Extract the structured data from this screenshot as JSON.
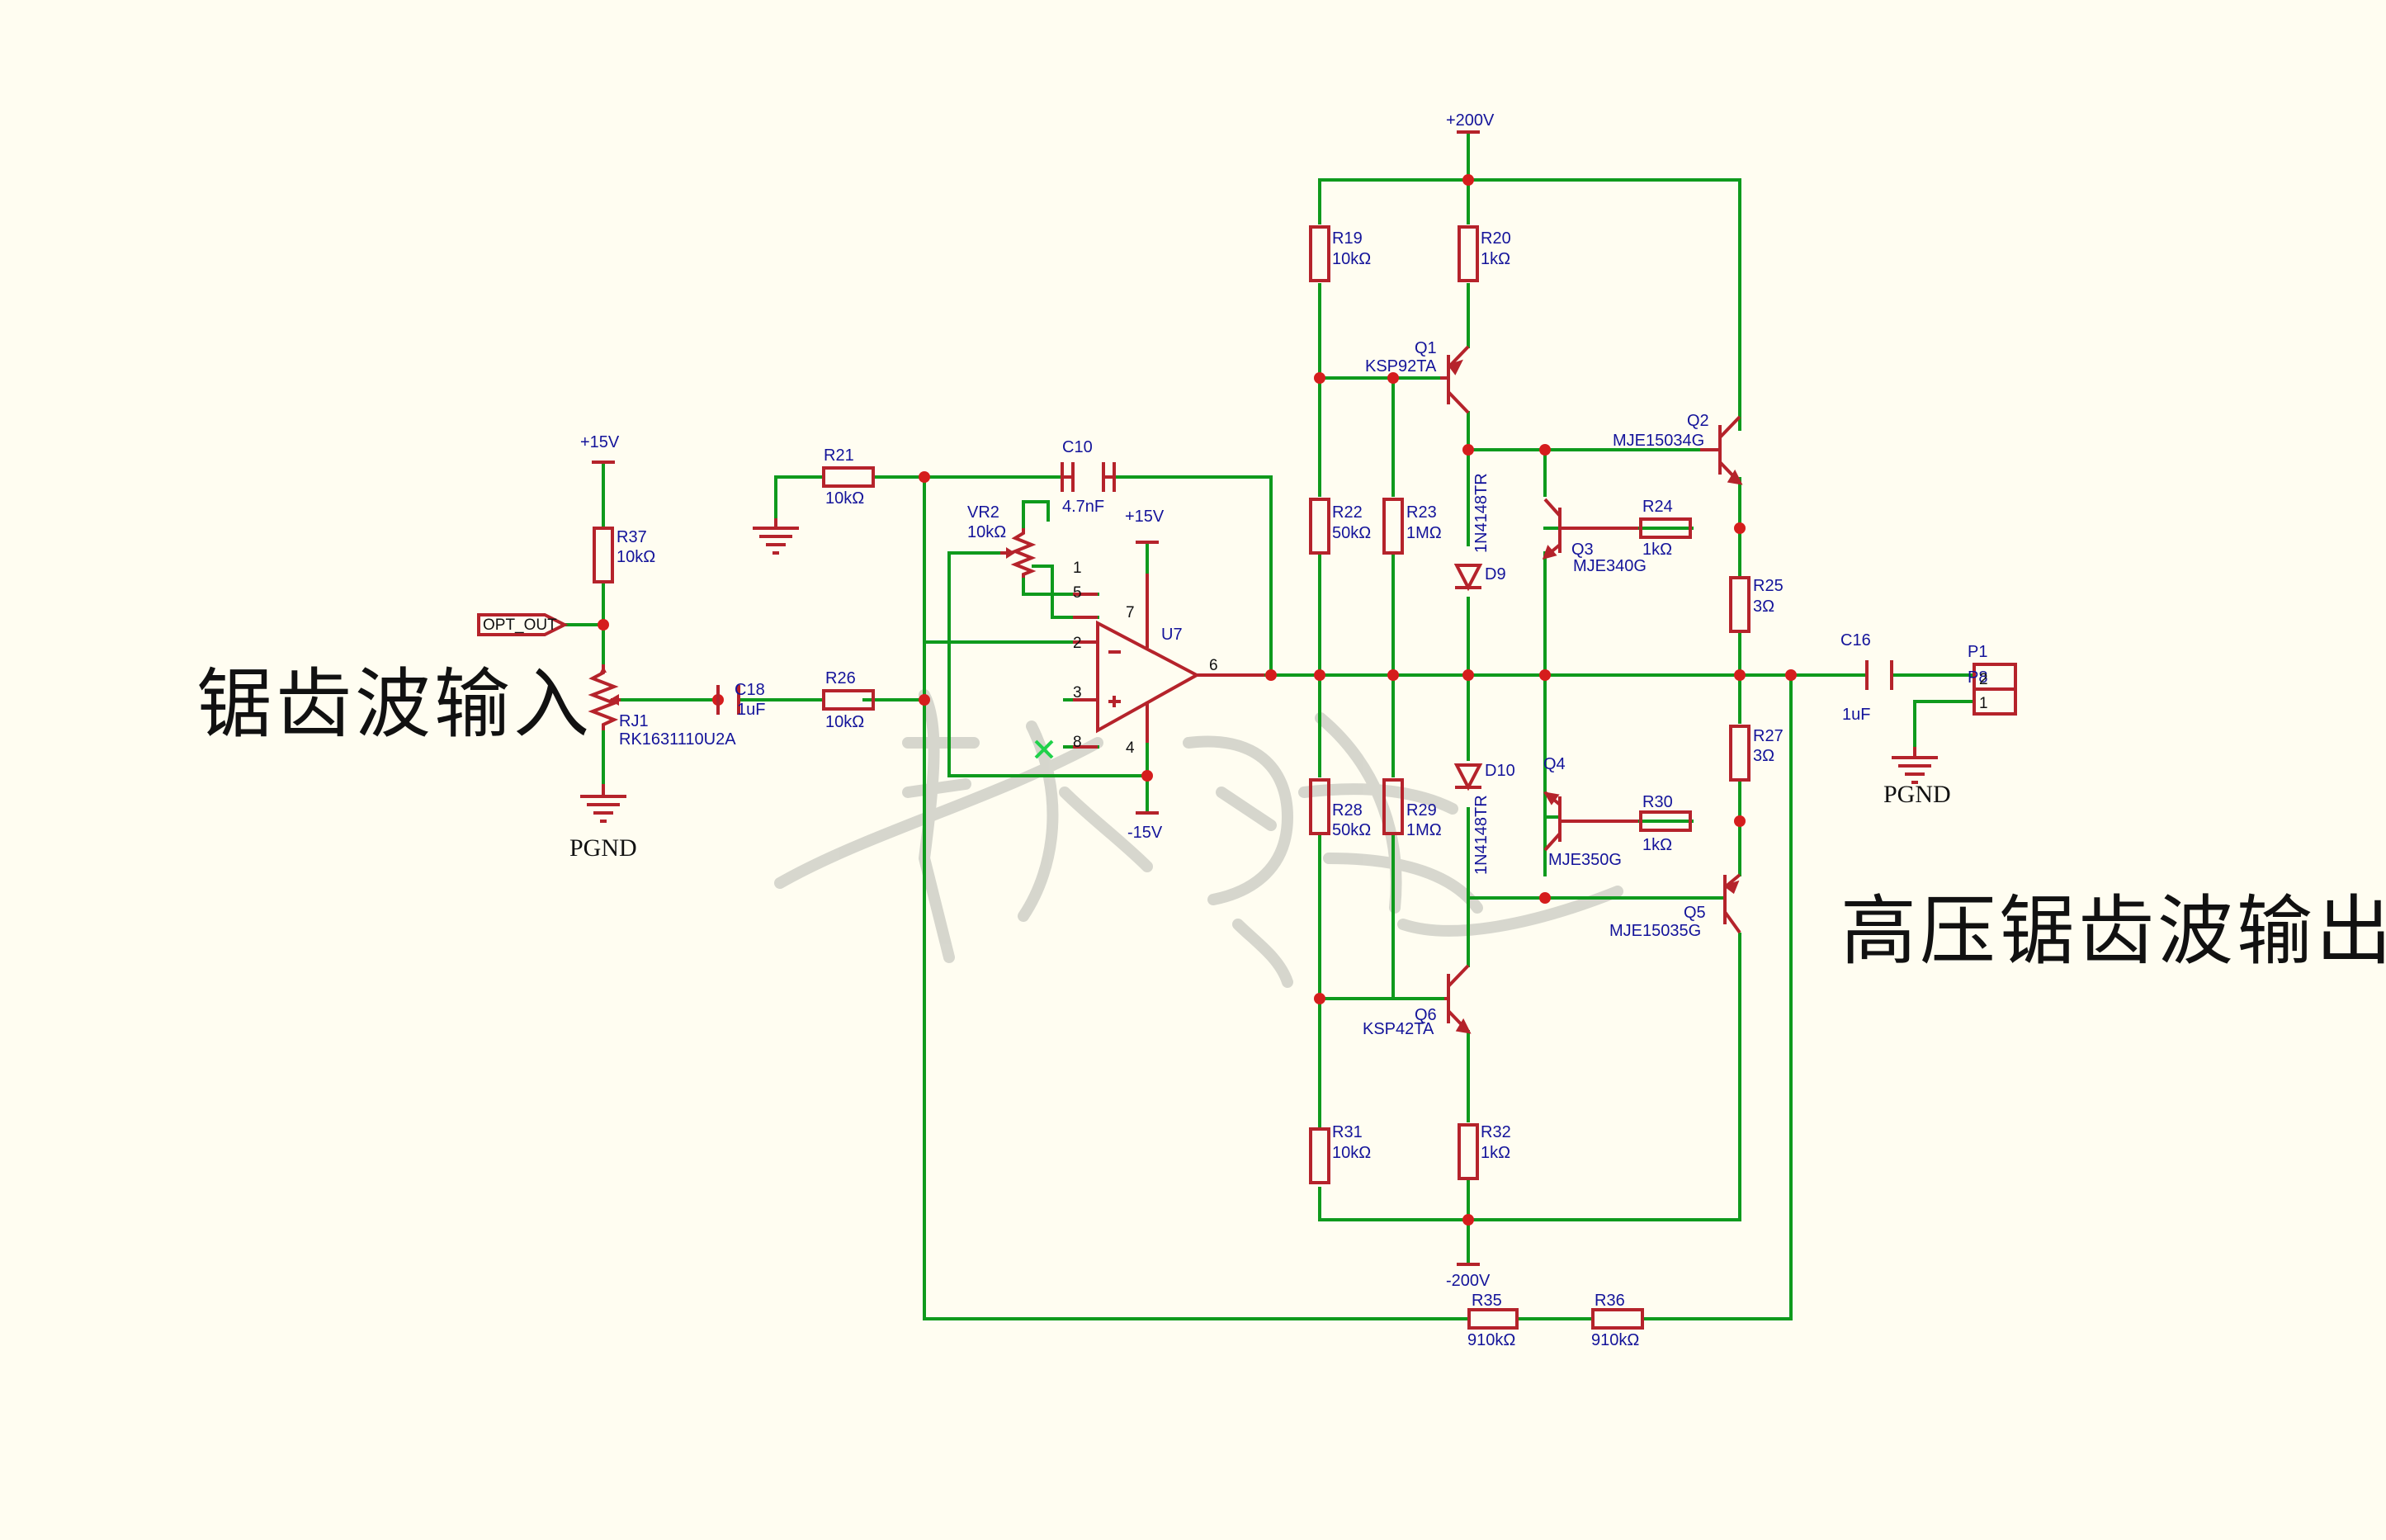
{
  "titles": {
    "input": "锯齿波输入",
    "output": "高压锯齿波输出"
  },
  "colors": {
    "wire": "#0f9a1d",
    "component": "#b5232b",
    "junction": "#d51d1d",
    "label": "#13139a",
    "background": "#fffdf1"
  },
  "power": {
    "pos200": "+200V",
    "neg200": "-200V",
    "pos15_a": "+15V",
    "pos15_b": "+15V",
    "neg15": "-15V"
  },
  "grounds": {
    "pgnd_in": "PGND",
    "pgnd_out": "PGND"
  },
  "port": {
    "opt_out": "OPT_OUT"
  },
  "resistors": {
    "R19": {
      "ref": "R19",
      "val": "10kΩ"
    },
    "R20": {
      "ref": "R20",
      "val": "1kΩ"
    },
    "R21": {
      "ref": "R21",
      "val": "10kΩ"
    },
    "R22": {
      "ref": "R22",
      "val": "50kΩ"
    },
    "R23": {
      "ref": "R23",
      "val": "1MΩ"
    },
    "R24": {
      "ref": "R24",
      "val": "1kΩ"
    },
    "R25": {
      "ref": "R25",
      "val": "3Ω"
    },
    "R26": {
      "ref": "R26",
      "val": "10kΩ"
    },
    "R27": {
      "ref": "R27",
      "val": "3Ω"
    },
    "R28": {
      "ref": "R28",
      "val": "50kΩ"
    },
    "R29": {
      "ref": "R29",
      "val": "1MΩ"
    },
    "R30": {
      "ref": "R30",
      "val": "1kΩ"
    },
    "R31": {
      "ref": "R31",
      "val": "10kΩ"
    },
    "R32": {
      "ref": "R32",
      "val": "1kΩ"
    },
    "R35": {
      "ref": "R35",
      "val": "910kΩ"
    },
    "R36": {
      "ref": "R36",
      "val": "910kΩ"
    },
    "R37": {
      "ref": "R37",
      "val": "10kΩ"
    }
  },
  "capacitors": {
    "C10": {
      "ref": "C10",
      "val": "4.7nF"
    },
    "C16": {
      "ref": "C16",
      "val": "1uF"
    },
    "C18": {
      "ref": "C18",
      "val": "1uF"
    }
  },
  "pots": {
    "VR2": {
      "ref": "VR2",
      "val": "10kΩ"
    },
    "RJ1": {
      "ref": "RJ1",
      "val": "RK1631110U2A"
    }
  },
  "transistors": {
    "Q1": {
      "ref": "Q1",
      "part": "KSP92TA"
    },
    "Q2": {
      "ref": "Q2",
      "part": "MJE15034G"
    },
    "Q3": {
      "ref": "Q3",
      "part": "MJE340G"
    },
    "Q4": {
      "ref": "Q4",
      "part": "MJE350G"
    },
    "Q5": {
      "ref": "Q5",
      "part": "MJE15035G"
    },
    "Q6": {
      "ref": "Q6",
      "part": "KSP42TA"
    }
  },
  "diodes": {
    "D9": {
      "ref": "D9",
      "part": "1N4148TR"
    },
    "D10": {
      "ref": "D10",
      "part": "1N4148TR"
    }
  },
  "opamp": {
    "ref": "U7",
    "pins": [
      "1",
      "5",
      "2",
      "3",
      "8",
      "7",
      "4",
      "6"
    ]
  },
  "connector": {
    "ref": "P1",
    "ref2": "P8",
    "pin2": "2",
    "pin1": "1"
  }
}
